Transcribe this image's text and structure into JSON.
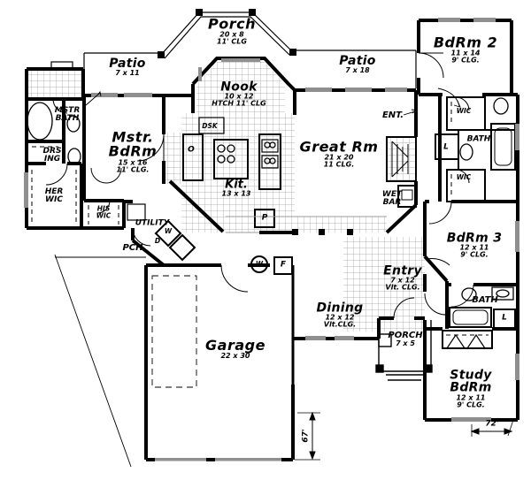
{
  "plan": {
    "rooms": {
      "porch_top": {
        "name": "Porch",
        "dims": "20 x 8",
        "clg": "11' CLG"
      },
      "patio_left": {
        "name": "Patio",
        "dims": "7 x 11"
      },
      "patio_right": {
        "name": "Patio",
        "dims": "7 x 18"
      },
      "nook": {
        "name": "Nook",
        "dims": "10 x 12",
        "clg": "HTCH 11' CLG"
      },
      "mstr_bdrm": {
        "name_line1": "Mstr.",
        "name_line2": "BdRm",
        "dims": "15 x 16",
        "clg": "11' CLG."
      },
      "great_rm": {
        "name": "Great Rm",
        "dims": "21 x 20",
        "clg": "11 CLG."
      },
      "bdrm2": {
        "name": "BdRm 2",
        "dims": "11 x 14",
        "clg": "9' CLG."
      },
      "bdrm3": {
        "name": "BdRm 3",
        "dims": "12 x 11",
        "clg": "9' CLG."
      },
      "kitchen": {
        "name": "Kit.",
        "dims": "13 x 13"
      },
      "entry": {
        "name": "Entry",
        "dims": "7 x 12",
        "clg": "Vlt. CLG."
      },
      "dining": {
        "name": "Dining",
        "dims": "12 x 12",
        "clg": "Vlt.CLG."
      },
      "garage": {
        "name": "Garage",
        "dims": "22 x 30"
      },
      "study": {
        "name_line1": "Study",
        "name_line2": "BdRm",
        "dims": "12 x 11",
        "clg": "9' CLG."
      },
      "porch_front": {
        "name": "PORCH",
        "dims": "7 x 5"
      }
    },
    "labels": {
      "mstr_bath": {
        "line1": "MSTR",
        "line2": "BATH"
      },
      "dressing": {
        "line1": "DRS",
        "line2": "ING"
      },
      "her_wic": {
        "line1": "HER",
        "line2": "WIC"
      },
      "his_wic": {
        "line1": "HIS",
        "line2": "WIC"
      },
      "wet_bar": {
        "line1": "WET",
        "line2": "BAR"
      },
      "utility": "UTILITY",
      "pch": "PCH",
      "dsk": "DSK",
      "oven": "O",
      "pantry": "P",
      "washer": "W",
      "dryer": "D",
      "ent": "ENT.",
      "wic_hall_upper": "WIC",
      "wic_hall_lower": "WIC",
      "linen_upper": "L",
      "linen_lower": "L",
      "bath_upper": "BATH",
      "bath_lower": "BATH",
      "water_heater": "W",
      "furnace": "F"
    },
    "dimensions": {
      "depth": "67'",
      "width": "72'"
    },
    "colors": {
      "ink": "#000000",
      "window": "#8f8f8f",
      "tile_line": "#9b9b9b",
      "background": "#ffffff"
    }
  }
}
